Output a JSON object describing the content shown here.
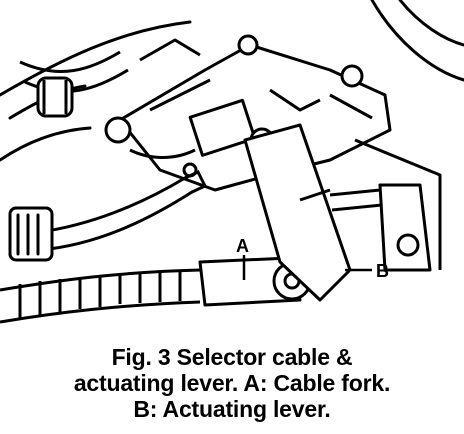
{
  "figure": {
    "callouts": {
      "a": "A",
      "b": "B"
    },
    "caption": {
      "line1": "Fig. 3    Selector cable &",
      "line2": "actuating lever. A: Cable fork.",
      "line3": "B: Actuating lever."
    }
  },
  "colors": {
    "ink": "#000000",
    "paper": "#ffffff"
  }
}
